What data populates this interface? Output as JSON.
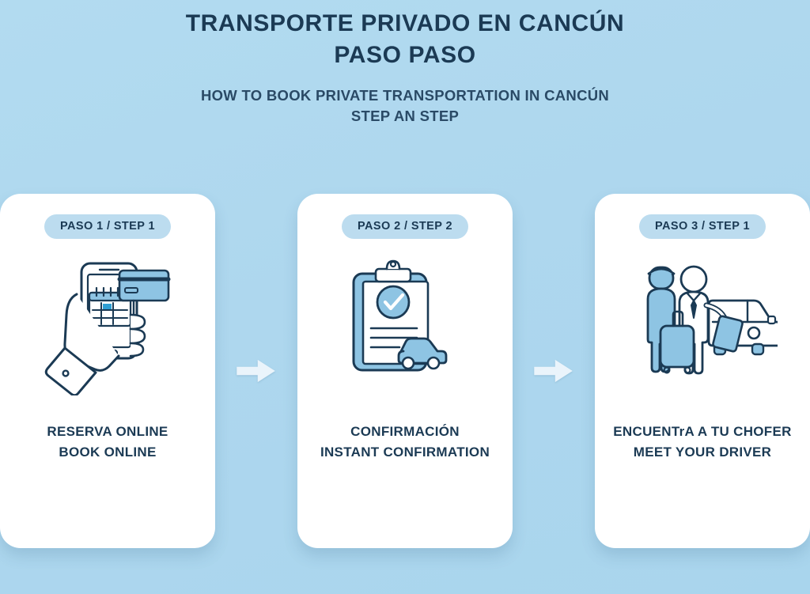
{
  "header": {
    "title_line1": "TRANSPORTE PRIVADO EN CANCÚN",
    "title_line2": "PASO PASO",
    "subtitle_line1": "HOW TO BOOK PRIVATE TRANSPORTATION IN CANCÚN",
    "subtitle_line2": "STEP AN STEP"
  },
  "colors": {
    "background": "#aed7ee",
    "card": "#ffffff",
    "badge": "#bcdcef",
    "text_dark": "#1b3a54",
    "illustration_fill": "#8ec4e3",
    "illustration_stroke": "#1b3a54",
    "arrow": "#e8f3fa"
  },
  "steps": [
    {
      "badge": "PASO 1 / STEP 1",
      "caption_es": "RESERVA ONLINE",
      "caption_en": "BOOK ONLINE",
      "icon": "hand-holding-phone-with-calendar-and-credit-card-icon"
    },
    {
      "badge": "PASO 2 / STEP 2",
      "caption_es": "CONFIRMACIÓN",
      "caption_en": "INSTANT CONFIRMATION",
      "icon": "clipboard-with-checkmark-and-car-icon"
    },
    {
      "badge": "PASO 3 / STEP 1",
      "caption_es": "ENCUENTrA A TU CHOFER",
      "caption_en": "MEET YOUR DRIVER",
      "icon": "driver-passenger-luggage-and-car-icon"
    }
  ],
  "connectors": [
    {
      "icon": "arrow-right-icon"
    },
    {
      "icon": "arrow-right-icon"
    }
  ]
}
